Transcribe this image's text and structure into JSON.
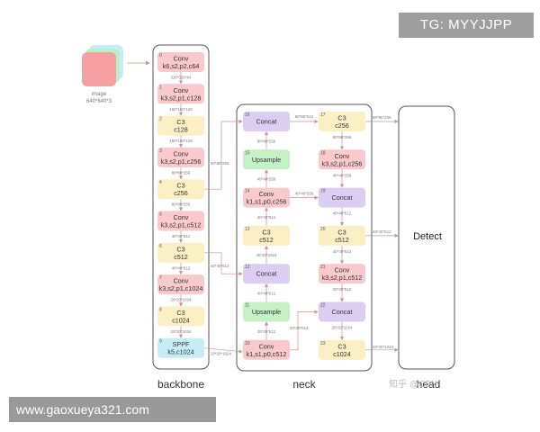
{
  "watermark_top": "TG: MYYJJPP",
  "watermark_bottom": "www.gaoxueya321.com",
  "watermark_zhihu": "知乎 @CEN",
  "colors": {
    "conv": "#f9c9cc",
    "c3": "#fcefc4",
    "concat": "#dccdf3",
    "upsample": "#c6f1c7",
    "sppf": "#c6ecf6",
    "frame": "#555555",
    "arrow": "#d28f8f"
  },
  "input": {
    "label1": "image",
    "label2": "640*640*3"
  },
  "sections": {
    "backbone": "backbone",
    "neck": "neck",
    "head": "head"
  },
  "detect": "Detect",
  "backbone": [
    {
      "idx": "0",
      "type": "conv",
      "l1": "Conv",
      "l2": "k6,s2,p2,c64",
      "dim": "320*320*64"
    },
    {
      "idx": "1",
      "type": "conv",
      "l1": "Conv",
      "l2": "k3,s2,p1,c128",
      "dim": "160*160*128"
    },
    {
      "idx": "2",
      "type": "c3",
      "l1": "C3",
      "l2": "c128",
      "dim": "160*160*128"
    },
    {
      "idx": "3",
      "type": "conv",
      "l1": "Conv",
      "l2": "k3,s2,p1,c256",
      "dim": "80*80*256"
    },
    {
      "idx": "4",
      "type": "c3",
      "l1": "C3",
      "l2": "c256",
      "dim": "80*80*256"
    },
    {
      "idx": "5",
      "type": "conv",
      "l1": "Conv",
      "l2": "k3,s2,p1,c512",
      "dim": "40*40*512"
    },
    {
      "idx": "6",
      "type": "c3",
      "l1": "C3",
      "l2": "c512",
      "dim": "40*40*512"
    },
    {
      "idx": "7",
      "type": "conv",
      "l1": "Conv",
      "l2": "k3,s2,p1,c1024",
      "dim": "20*20*1024"
    },
    {
      "idx": "8",
      "type": "c3",
      "l1": "C3",
      "l2": "c1024",
      "dim": "20*20*1024"
    },
    {
      "idx": "9",
      "type": "sppf",
      "l1": "SPPF",
      "l2": "k5,c1024",
      "dim": ""
    }
  ],
  "neck_left": [
    {
      "idx": "16",
      "type": "concat",
      "l1": "Concat",
      "l2": "",
      "dim": "80*80*512"
    },
    {
      "idx": "15",
      "type": "upsample",
      "l1": "Upsample",
      "l2": "",
      "dim": "80*80*256"
    },
    {
      "idx": "14",
      "type": "conv",
      "l1": "Conv",
      "l2": "k1,s1,p0,c256",
      "dim": "40*40*256"
    },
    {
      "idx": "13",
      "type": "c3",
      "l1": "C3",
      "l2": "c512",
      "dim": "40*40*512"
    },
    {
      "idx": "12",
      "type": "concat",
      "l1": "Concat",
      "l2": "",
      "dim": "40*40*1024"
    },
    {
      "idx": "11",
      "type": "upsample",
      "l1": "Upsample",
      "l2": "",
      "dim": "40*40*512"
    },
    {
      "idx": "10",
      "type": "conv",
      "l1": "Conv",
      "l2": "k1,s1,p0,c512",
      "dim": "20*20*512"
    }
  ],
  "neck_right": [
    {
      "idx": "17",
      "type": "c3",
      "l1": "C3",
      "l2": "c256",
      "dim": "80*80*256"
    },
    {
      "idx": "18",
      "type": "conv",
      "l1": "Conv",
      "l2": "k3,s2,p1,c256",
      "dim": "40*40*256"
    },
    {
      "idx": "19",
      "type": "concat",
      "l1": "Concat",
      "l2": "",
      "dim": "40*40*512"
    },
    {
      "idx": "20",
      "type": "c3",
      "l1": "C3",
      "l2": "c512",
      "dim": "40*40*512"
    },
    {
      "idx": "21",
      "type": "conv",
      "l1": "Conv",
      "l2": "k3,s2,p1,c512",
      "dim": "20*20*512"
    },
    {
      "idx": "22",
      "type": "concat",
      "l1": "Concat",
      "l2": "",
      "dim": "20*20*1024"
    },
    {
      "idx": "23",
      "type": "c3",
      "l1": "C3",
      "l2": "c1024",
      "dim": "20*20*1024"
    }
  ],
  "edge_labels": {
    "b4_to_n16": "80*80*256",
    "b6_to_n12": "40*40*512",
    "b9_to_n10": "20*20*1024",
    "n10_to_n22": "20*20*512",
    "n14_to_n19": "40*40*256",
    "n16_to_n17": "80*80*512",
    "n17_to_head": "80*80*256",
    "n20_to_head": "40*40*512",
    "n23_to_head": "20*20*1024"
  }
}
